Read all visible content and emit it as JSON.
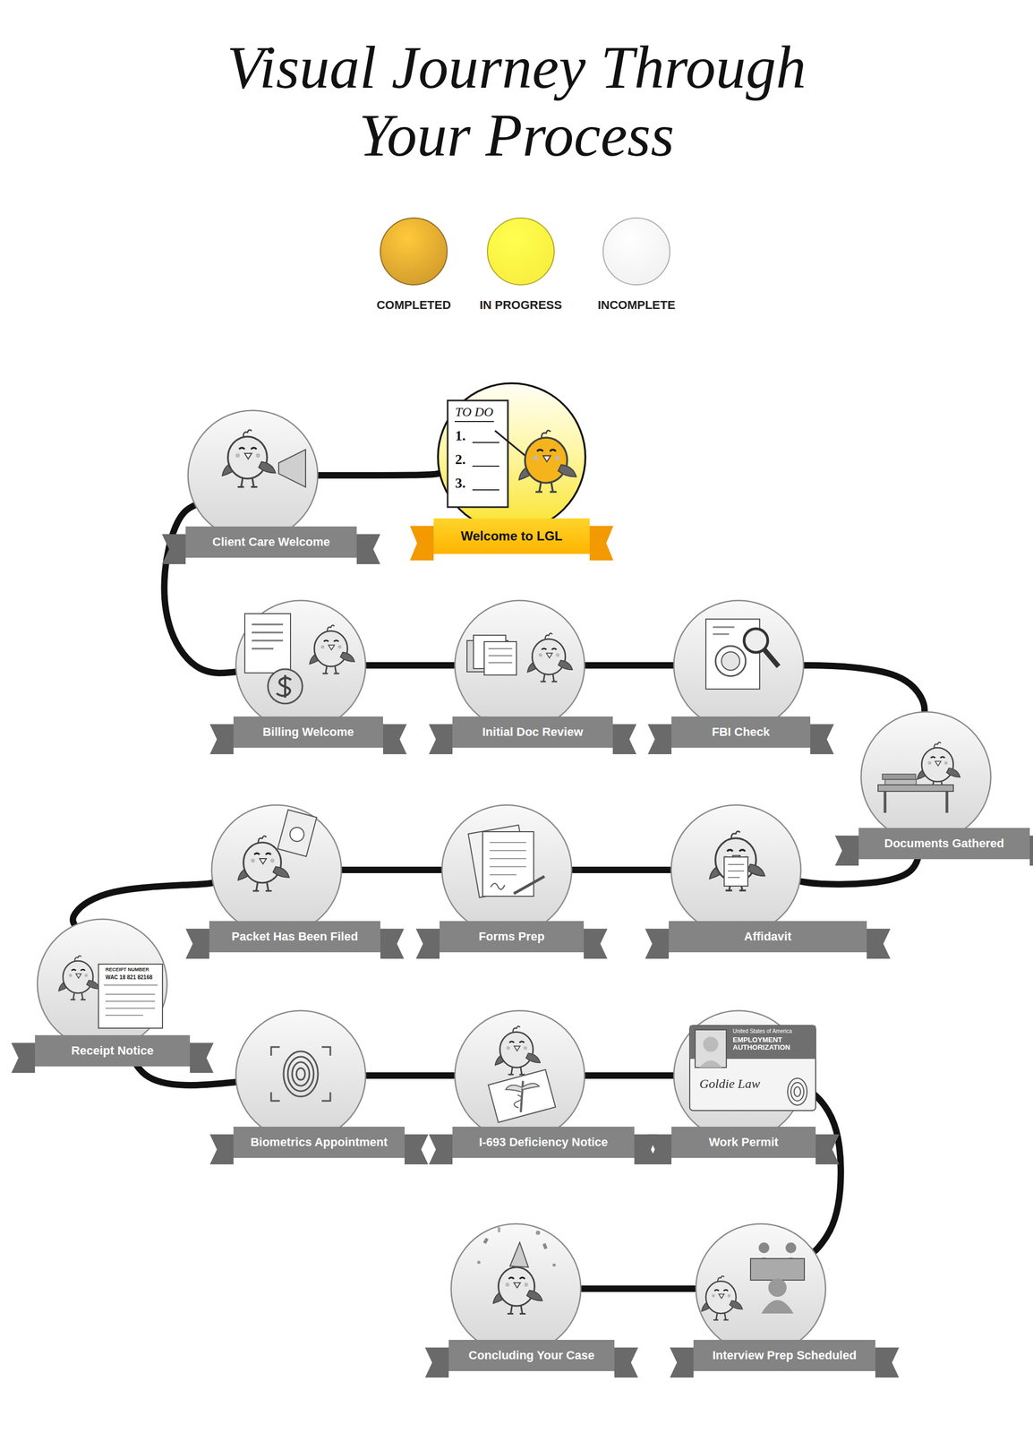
{
  "diagram": {
    "title": "Visual Journey Through Your Process",
    "nodes": [
      {
        "text": [
          "Welcome to LGL"
        ]
      },
      {
        "text": [
          "Client Care Welcome"
        ]
      },
      {
        "text": [
          "Billing Welcome"
        ]
      },
      {
        "text": [
          "Initial Doc Review"
        ]
      },
      {
        "text": [
          "FBI Check"
        ]
      },
      {
        "text": [
          "Documents Gathered"
        ]
      },
      {
        "text": [
          "Affidavit"
        ]
      },
      {
        "text": [
          "Forms Prep"
        ]
      },
      {
        "text": [
          "Packet Has Been Filed"
        ]
      },
      {
        "text": [
          "Receipt Notice"
        ]
      },
      {
        "text": [
          "Biometrics Appointment"
        ]
      },
      {
        "text": [
          "I-693 Deficiency Notice"
        ]
      },
      {
        "text": [
          "Work Permit"
        ]
      },
      {
        "text": [
          "Interview Prep Scheduled"
        ]
      },
      {
        "text": [
          "Concluding Your Case"
        ]
      }
    ],
    "edges": [
      {
        "from": 0,
        "to": 1,
        "arrow": "none"
      },
      {
        "from": 1,
        "to": 2,
        "arrow": "none"
      },
      {
        "from": 2,
        "to": 3,
        "arrow": "none"
      },
      {
        "from": 3,
        "to": 4,
        "arrow": "none"
      },
      {
        "from": 4,
        "to": 5,
        "arrow": "none"
      },
      {
        "from": 5,
        "to": 6,
        "arrow": "none"
      },
      {
        "from": 6,
        "to": 7,
        "arrow": "none"
      },
      {
        "from": 7,
        "to": 8,
        "arrow": "none"
      },
      {
        "from": 8,
        "to": 9,
        "arrow": "none"
      },
      {
        "from": 9,
        "to": 10,
        "arrow": "none"
      },
      {
        "from": 10,
        "to": 11,
        "arrow": "none"
      },
      {
        "from": 11,
        "to": 12,
        "arrow": "none"
      },
      {
        "from": 12,
        "to": 13,
        "arrow": "none"
      },
      {
        "from": 13,
        "to": 14,
        "arrow": "none"
      }
    ],
    "labels": [
      "TO DO",
      "1.",
      "2.",
      "3.",
      "RECEIPT NUMBER",
      "WAC 18 821 82168",
      "United States of America",
      "EMPLOYMENT AUTHORIZATION",
      "Goldie Law"
    ],
    "legend": [
      {
        "text": "COMPLETED",
        "color": "#c8922a"
      },
      {
        "text": "IN PROGRESS",
        "color": "#f7ea3a"
      },
      {
        "text": "INCOMPLETE",
        "color": "#eeeeee"
      }
    ]
  }
}
